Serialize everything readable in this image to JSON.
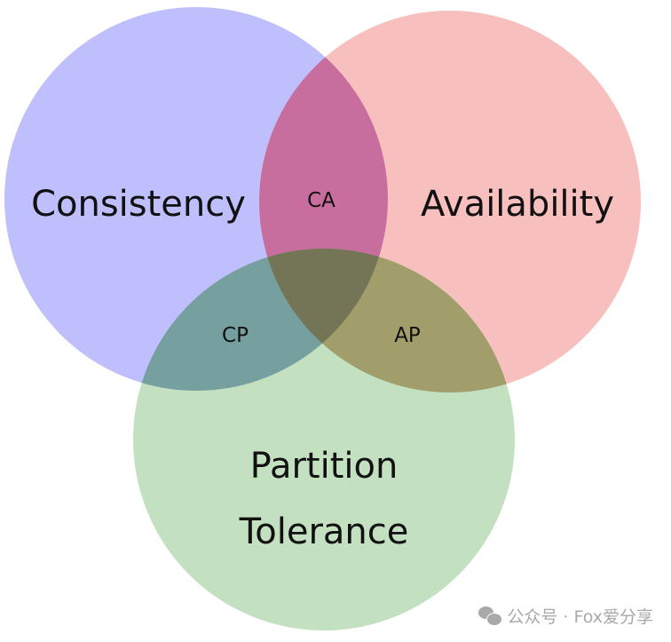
{
  "circles": {
    "consistency": {
      "label": "Consistency",
      "color": "#bfbffe"
    },
    "availability": {
      "label": "Availability",
      "color": "#f8bfbf"
    },
    "partition": {
      "label_line1": "Partition",
      "label_line2": "Tolerance",
      "color": "#c3e0c0"
    }
  },
  "overlaps": {
    "ca": {
      "label": "CA",
      "color": "#c86e9e"
    },
    "cp": {
      "label": "CP",
      "color": "#769f9f"
    },
    "ap": {
      "label": "AP",
      "color": "#a19e6c"
    },
    "cap": {
      "color": "#747456"
    }
  },
  "watermark": {
    "text": "公众号 · Fox爱分享",
    "icon": "wechat-icon"
  }
}
